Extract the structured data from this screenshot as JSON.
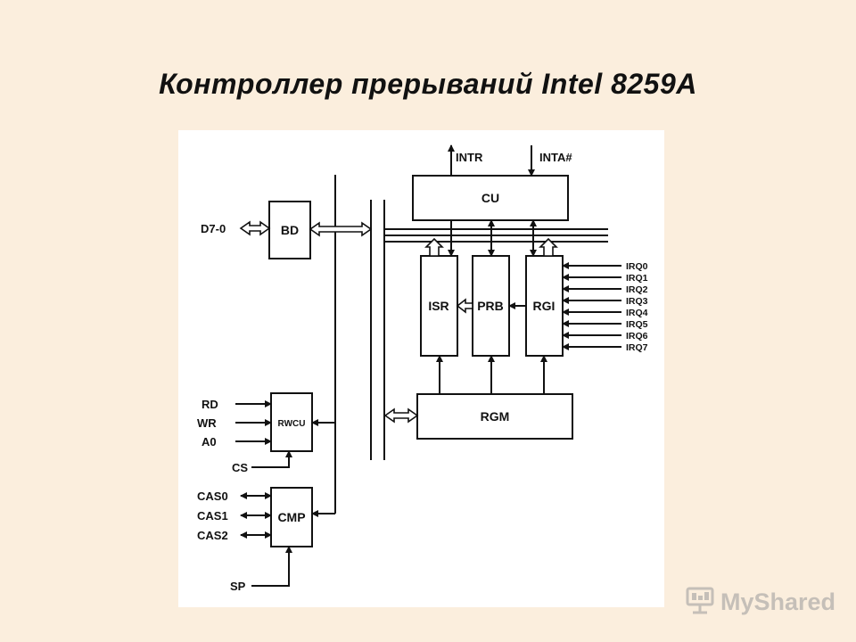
{
  "slide": {
    "title": "Контроллер прерываний Intel 8259A"
  },
  "diagram": {
    "blocks": {
      "cu": "CU",
      "bd": "BD",
      "isr": "ISR",
      "prb": "PRB",
      "rgi": "RGI",
      "rgm": "RGM",
      "rwcu": "RWCU",
      "cmp": "CMP"
    },
    "signals": {
      "intr": "INTR",
      "inta": "INTA#",
      "d70": "D7-0",
      "rd": "RD",
      "wr": "WR",
      "a0": "A0",
      "cs": "CS",
      "cas0": "CAS0",
      "cas1": "CAS1",
      "cas2": "CAS2",
      "sp": "SP",
      "irq": [
        "IRQ0",
        "IRQ1",
        "IRQ2",
        "IRQ3",
        "IRQ4",
        "IRQ5",
        "IRQ6",
        "IRQ7"
      ]
    }
  },
  "watermark": {
    "brand": "MyShared",
    "icon": "presentation-board-icon"
  }
}
